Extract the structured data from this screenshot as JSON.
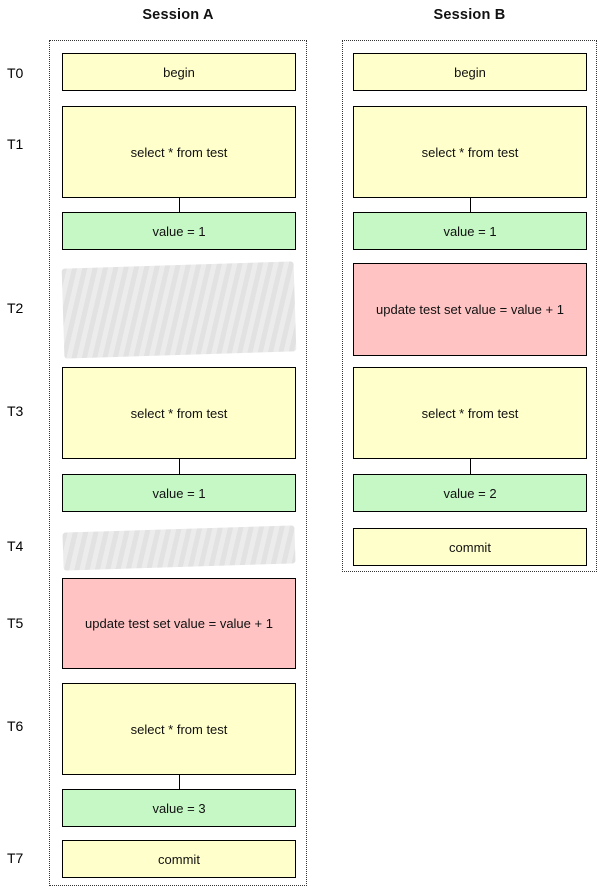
{
  "diagram_title": "transaction-isolation-timeline",
  "colors": {
    "statement_fill": "#FFFFCB",
    "result_fill": "#C5F8C5",
    "update_fill": "#FFC3C3",
    "idle_stripe_light": "#ECECEC",
    "idle_stripe_dark": "#E2E2E2",
    "box_border": "#000000",
    "frame_border": "#333333"
  },
  "timeline": [
    "T0",
    "T1",
    "T2",
    "T3",
    "T4",
    "T5",
    "T6",
    "T7"
  ],
  "sessions": [
    {
      "title": "Session A",
      "rows": [
        {
          "type": "statement",
          "text": "begin"
        },
        {
          "type": "statement",
          "text": "select * from test"
        },
        {
          "type": "result",
          "text": "value = 1"
        },
        {
          "type": "idle",
          "text": ""
        },
        {
          "type": "statement",
          "text": "select * from test"
        },
        {
          "type": "result",
          "text": "value = 1"
        },
        {
          "type": "idle",
          "text": ""
        },
        {
          "type": "update",
          "text": "update test set value = value + 1"
        },
        {
          "type": "statement",
          "text": "select * from test"
        },
        {
          "type": "result",
          "text": "value = 3"
        },
        {
          "type": "statement",
          "text": "commit"
        }
      ]
    },
    {
      "title": "Session B",
      "rows": [
        {
          "type": "statement",
          "text": "begin"
        },
        {
          "type": "statement",
          "text": "select * from test"
        },
        {
          "type": "result",
          "text": "value = 1"
        },
        {
          "type": "update",
          "text": "update test set value = value + 1"
        },
        {
          "type": "statement",
          "text": "select * from test"
        },
        {
          "type": "result",
          "text": "value = 2"
        },
        {
          "type": "statement",
          "text": "commit"
        }
      ]
    }
  ]
}
